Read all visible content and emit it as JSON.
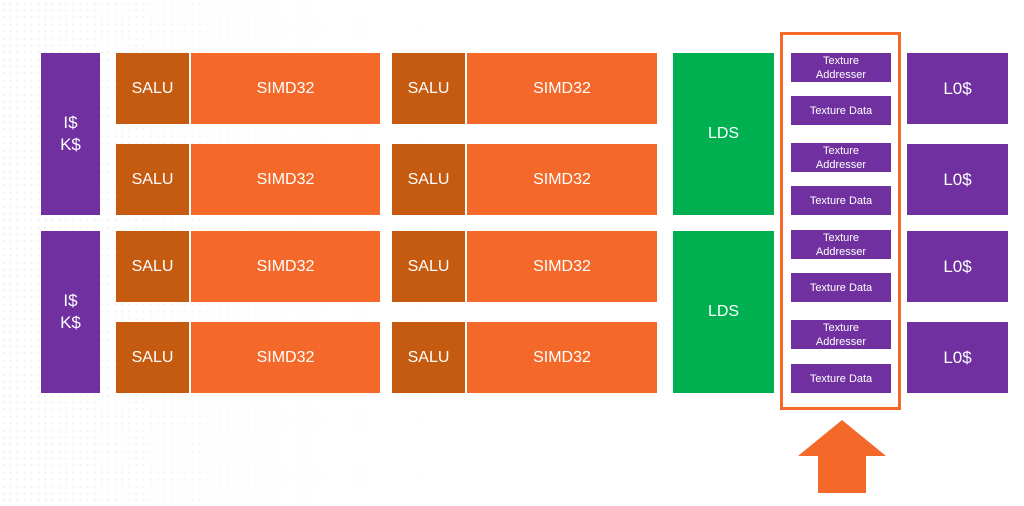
{
  "caches": {
    "top": "I$\nK$",
    "bottom": "I$\nK$"
  },
  "rows": [
    {
      "salu_left": "SALU",
      "simd_left": "SIMD32",
      "salu_right": "SALU",
      "simd_right": "SIMD32"
    },
    {
      "salu_left": "SALU",
      "simd_left": "SIMD32",
      "salu_right": "SALU",
      "simd_right": "SIMD32"
    },
    {
      "salu_left": "SALU",
      "simd_left": "SIMD32",
      "salu_right": "SALU",
      "simd_right": "SIMD32"
    },
    {
      "salu_left": "SALU",
      "simd_left": "SIMD32",
      "salu_right": "SALU",
      "simd_right": "SIMD32"
    }
  ],
  "lds": [
    "LDS",
    "LDS"
  ],
  "texture_units": [
    {
      "addresser": "Texture\nAddresser",
      "data": "Texture Data"
    },
    {
      "addresser": "Texture\nAddresser",
      "data": "Texture Data"
    },
    {
      "addresser": "Texture\nAddresser",
      "data": "Texture Data"
    },
    {
      "addresser": "Texture\nAddresser",
      "data": "Texture Data"
    }
  ],
  "l0_caches": [
    "L0$",
    "L0$",
    "L0$",
    "L0$"
  ],
  "colors": {
    "cache": "#7030a0",
    "salu": "#c55a11",
    "simd": "#f4692a",
    "lds": "#00b050",
    "highlight": "#f4692a"
  }
}
